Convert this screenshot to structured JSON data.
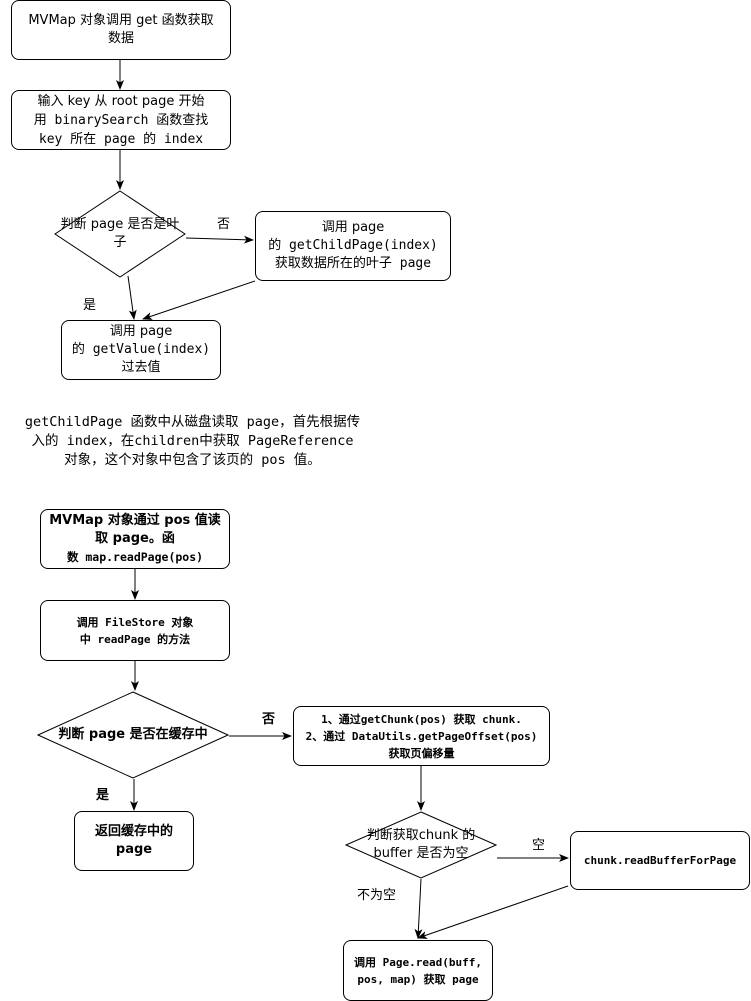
{
  "diagram1": {
    "box_get": [
      "MVMap 对象调用 get 函数获取",
      "数据"
    ],
    "box_search": [
      "输入 key 从 root page 开始",
      "用 binarySearch 函数查找",
      "key 所在 page 的 index"
    ],
    "diamond_leaf": [
      "判断 page 是否是叶",
      "子"
    ],
    "box_child": [
      "调用 page",
      "的 getChildPage(index)",
      "获取数据所在的叶子 page"
    ],
    "box_value": [
      "调用 page",
      "的 getValue(index)",
      "过去值"
    ],
    "label_no": "否",
    "label_yes": "是"
  },
  "note": [
    "getChildPage 函数中从磁盘读取 page，首先根据传",
    "入的 index，在children中获取 PageReference",
    "对象，这个对象中包含了该页的 pos 值。"
  ],
  "diagram2": {
    "box_readpage": [
      "MVMap 对象通过 pos 值读",
      "取 page。函",
      "数 map.readPage(pos)"
    ],
    "box_filestore": [
      "调用 FileStore 对象",
      "中 readPage 的方法"
    ],
    "diamond_cache": "判断 page 是否在缓存中",
    "box_chunk": [
      "1、通过getChunk(pos) 获取 chunk.",
      "2、通过 DataUtils.getPageOffset(pos)",
      "获取页偏移量"
    ],
    "box_return": [
      "返回缓存中的",
      "page"
    ],
    "diamond_buffer": [
      "判断获取chunk 的",
      "buffer 是否为空"
    ],
    "box_readbuffer": "chunk.readBufferForPage",
    "box_read": [
      "调用 Page.read(buff,",
      "pos, map) 获取 page"
    ],
    "label_no": "否",
    "label_yes": "是",
    "label_empty": "空",
    "label_not_empty": "不为空"
  }
}
